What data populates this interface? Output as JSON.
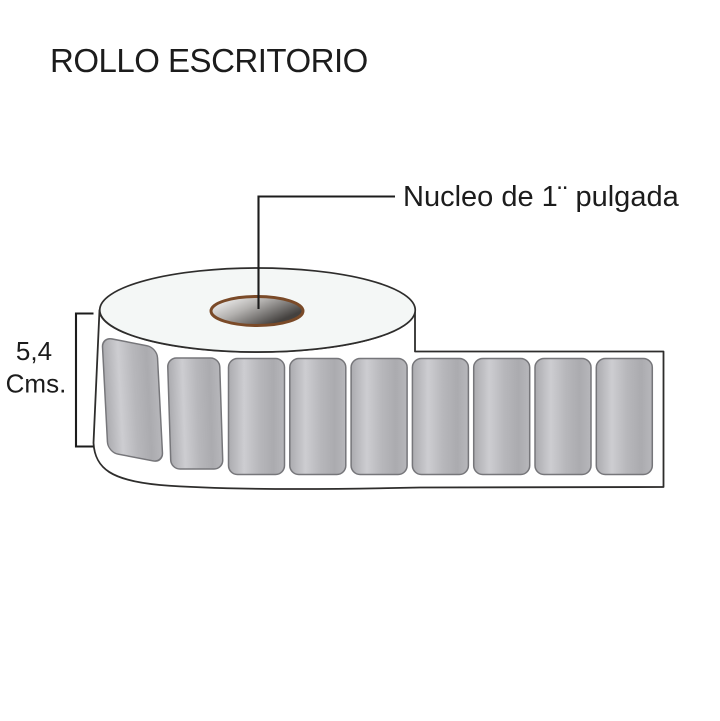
{
  "title": "ROLLO ESCRITORIO",
  "callout": {
    "label": "Nucleo de 1¨ pulgada"
  },
  "measurement": {
    "value": "5,4",
    "unit": "Cms."
  },
  "roll": {
    "labels_visible": 9,
    "straight_labels": 7
  },
  "colors": {
    "background": "#ffffff",
    "ink": "#1c1c1c",
    "outline": "#2e2d2c",
    "roll_face": "#f4f7f6",
    "body_fill": "#ffffff",
    "core_ring": "#7a4a28",
    "core_light": "#fdfdfd",
    "core_mid": "#b3b1af",
    "core_dark": "#44413f",
    "label_edge": "#ababaf",
    "label_light": "#cdcdd1",
    "label_base": "#b7b7bb",
    "label_border": "#76767a"
  }
}
